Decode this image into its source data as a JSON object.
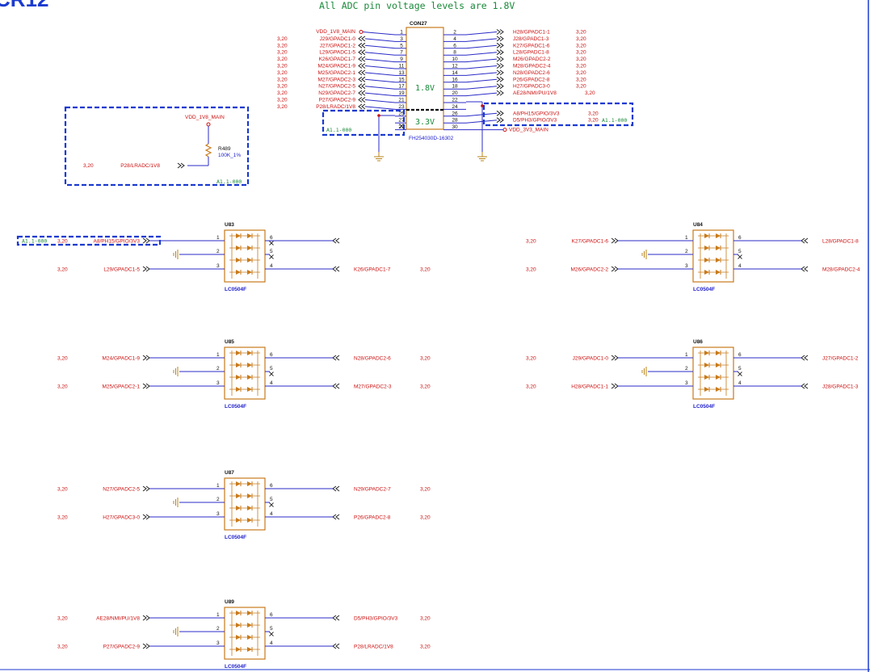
{
  "colors": {
    "wire": "#2b2bc8",
    "label": "#cc1111",
    "blueText": "#1a1acc",
    "greenText": "#1a8a3a",
    "part": "#c87a1a",
    "ground": "#b8861b",
    "dashBox": "#1a3ad0",
    "border": "#1a3ad0"
  },
  "header": {
    "title_fragment": "CR12",
    "note": "All ADC pin voltage levels are 1.8V"
  },
  "connector": {
    "ref": "CON27",
    "part": "FH254030D-16302",
    "voltage_top": "1.8V",
    "voltage_bottom": "3.3V",
    "rows": [
      {
        "left_pin": "1",
        "right_pin": "2",
        "left_sig": "VDD_1V8_MAIN",
        "left_page": "",
        "right_sig": "H28/GPADC1-1",
        "right_page": "3,20"
      },
      {
        "left_pin": "3",
        "right_pin": "4",
        "left_sig": "J29/GPADC1-0",
        "left_page": "3,20",
        "right_sig": "J28/GPADC1-3",
        "right_page": "3,20"
      },
      {
        "left_pin": "5",
        "right_pin": "6",
        "left_sig": "J27/GPADC1-2",
        "left_page": "3,20",
        "right_sig": "K27/GPADC1-6",
        "right_page": "3,20"
      },
      {
        "left_pin": "7",
        "right_pin": "8",
        "left_sig": "L29/GPADC1-5",
        "left_page": "3,20",
        "right_sig": "L28/GPADC1-8",
        "right_page": "3,20"
      },
      {
        "left_pin": "9",
        "right_pin": "10",
        "left_sig": "K26/GPADC1-7",
        "left_page": "3,20",
        "right_sig": "M26/GPADC2-2",
        "right_page": "3,20"
      },
      {
        "left_pin": "11",
        "right_pin": "12",
        "left_sig": "M24/GPADC1-9",
        "left_page": "3,20",
        "right_sig": "M28/GPADC2-4",
        "right_page": "3,20"
      },
      {
        "left_pin": "13",
        "right_pin": "14",
        "left_sig": "M25/GPADC2-1",
        "left_page": "3,20",
        "right_sig": "N28/GPADC2-6",
        "right_page": "3,20"
      },
      {
        "left_pin": "15",
        "right_pin": "16",
        "left_sig": "M27/GPADC2-3",
        "left_page": "3,20",
        "right_sig": "P26/GPADC2-8",
        "right_page": "3,20"
      },
      {
        "left_pin": "17",
        "right_pin": "18",
        "left_sig": "N27/GPADC2-5",
        "left_page": "3,20",
        "right_sig": "H27/GPADC3-0",
        "right_page": "3,20"
      },
      {
        "left_pin": "19",
        "right_pin": "20",
        "left_sig": "N29/GPADC2-7",
        "left_page": "3,20",
        "right_sig": "AE28/NMI/PU/1V8",
        "right_page": "3,20"
      },
      {
        "left_pin": "21",
        "right_pin": "22",
        "left_sig": "P27/GPADC2-9",
        "left_page": "3,20",
        "right_sig": "",
        "right_page": ""
      },
      {
        "left_pin": "23",
        "right_pin": "24",
        "left_sig": "P28/LRADC/1V8",
        "left_page": "3,20",
        "right_sig": "",
        "right_page": ""
      },
      {
        "left_pin": "25",
        "right_pin": "26",
        "left_sig": "",
        "left_page": "",
        "right_sig": "A8/PH15/GPIO/3V3",
        "right_page": "3,20"
      },
      {
        "left_pin": "27",
        "right_pin": "28",
        "left_sig": "",
        "left_page": "",
        "right_sig": "D5/PH3/GPIO/3V3",
        "right_page": "3,20"
      },
      {
        "left_pin": "29",
        "right_pin": "30",
        "left_sig": "",
        "left_page": "",
        "right_sig": "VDD_3V3_MAIN",
        "right_page": ""
      }
    ],
    "box_left_label": "A1.1-000",
    "box_right_label": "A1.1-000"
  },
  "resistor_block": {
    "rail": "VDD_1V8_MAIN",
    "ref": "R489",
    "value": "100K_1%",
    "signal": "P28/LRADC/1V8",
    "page": "3,20",
    "box_label": "A1.1-000"
  },
  "esd_chips": [
    {
      "ref": "U83",
      "part": "LC0504F",
      "pins": [
        "1",
        "2",
        "3",
        "4",
        "5",
        "6"
      ],
      "in1_sig": "A8/PH15/GPIO/3V3",
      "in1_page": "3,20",
      "in3_sig": "L29/GPADC1-5",
      "in3_page": "3,20",
      "out4_sig": "K26/GPADC1-7",
      "out4_page": "3,20",
      "out6_sig": "",
      "out6_page": "",
      "box_label": "A1.1-000"
    },
    {
      "ref": "U84",
      "part": "LC0504F",
      "pins": [
        "1",
        "2",
        "3",
        "4",
        "5",
        "6"
      ],
      "in1_sig": "K27/GPADC1-6",
      "in1_page": "3,20",
      "in3_sig": "M26/GPADC2-2",
      "in3_page": "3,20",
      "out4_sig": "M28/GPADC2-4",
      "out4_page": "",
      "out6_sig": "L28/GPADC1-8",
      "out6_page": ""
    },
    {
      "ref": "U85",
      "part": "LC0504F",
      "pins": [
        "1",
        "2",
        "3",
        "4",
        "5",
        "6"
      ],
      "in1_sig": "M24/GPADC1-9",
      "in1_page": "3,20",
      "in3_sig": "M25/GPADC2-1",
      "in3_page": "3,20",
      "out4_sig": "M27/GPADC2-3",
      "out4_page": "3,20",
      "out6_sig": "N28/GPADC2-6",
      "out6_page": "3,20"
    },
    {
      "ref": "U86",
      "part": "LC0504F",
      "pins": [
        "1",
        "2",
        "3",
        "4",
        "5",
        "6"
      ],
      "in1_sig": "J29/GPADC1-0",
      "in1_page": "3,20",
      "in3_sig": "H28/GPADC1-1",
      "in3_page": "3,20",
      "out4_sig": "J28/GPADC1-3",
      "out4_page": "",
      "out6_sig": "J27/GPADC1-2",
      "out6_page": ""
    },
    {
      "ref": "U87",
      "part": "LC0504F",
      "pins": [
        "1",
        "2",
        "3",
        "4",
        "5",
        "6"
      ],
      "in1_sig": "N27/GPADC2-5",
      "in1_page": "3,20",
      "in3_sig": "H27/GPADC3-0",
      "in3_page": "3,20",
      "out4_sig": "P26/GPADC2-8",
      "out4_page": "3,20",
      "out6_sig": "N29/GPADC2-7",
      "out6_page": "3,20"
    },
    {
      "ref": "U89",
      "part": "LC0504F",
      "pins": [
        "1",
        "2",
        "3",
        "4",
        "5",
        "6"
      ],
      "in1_sig": "AE28/NMI/PU/1V8",
      "in1_page": "3,20",
      "in3_sig": "P27/GPADC2-9",
      "in3_page": "3,20",
      "out4_sig": "P28/LRADC/1V8",
      "out4_page": "3,20",
      "out6_sig": "D5/PH3/GPIO/3V3",
      "out6_page": "3,20"
    }
  ]
}
